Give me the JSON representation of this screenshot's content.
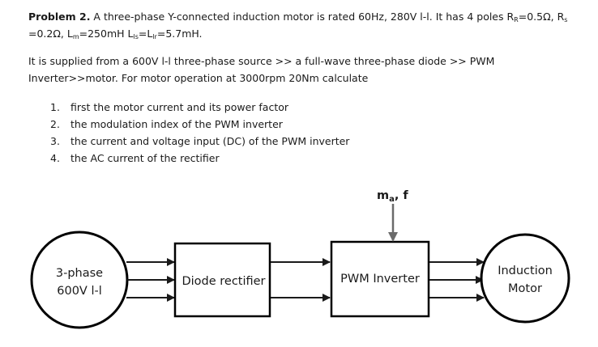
{
  "problem": {
    "title": "Problem 2.",
    "line1": " A three-phase Y-connected induction motor is rated 60Hz, 280V l-l. It has 4 poles R",
    "rr_sub": "R",
    "rr_val": "=0.5Ω, R",
    "rs_sub": "s",
    "line2_a": "=0.2Ω, L",
    "lm_sub": "m",
    "line2_b": "=250mH L",
    "lls_sub": "ls",
    "line2_c": "=L",
    "llr_sub": "lr",
    "line2_d": "=5.7mH."
  },
  "supply": {
    "line1": "It is supplied from a 600V l-l three-phase source >> a full-wave three-phase diode >> PWM",
    "line2": "Inverter>>motor. For motor operation at 3000rpm 20Nm calculate"
  },
  "questions": [
    {
      "num": "1.",
      "text": "first the motor current and its power factor"
    },
    {
      "num": "2.",
      "text": "the modulation index of the PWM inverter"
    },
    {
      "num": "3.",
      "text": "the current and voltage input (DC)  of the PWM inverter"
    },
    {
      "num": "4.",
      "text": "the AC current of the rectifier"
    }
  ],
  "diagram": {
    "source_line1": "3-phase",
    "source_line2": "600V l-l",
    "rectifier": "Diode rectifier",
    "inverter": "PWM Inverter",
    "motor_line1": "Induction",
    "motor_line2": "Motor",
    "control_main": "m",
    "control_sub": "a",
    "control_rest": ", f"
  }
}
